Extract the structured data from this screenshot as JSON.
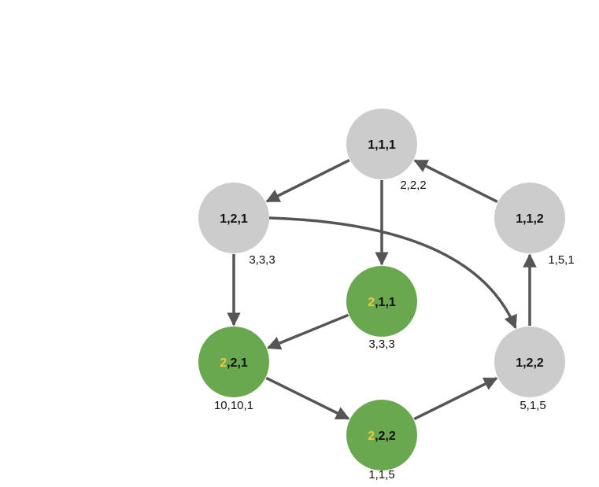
{
  "colors": {
    "inactive_node": "#cccccc",
    "active_node": "#6aa84f",
    "highlight_digit": "#f2c744",
    "edge": "#555555",
    "text": "#111111"
  },
  "nodes": [
    {
      "id": "n111",
      "label_rest": "1,1,1",
      "highlight": "",
      "value": "2,2,2",
      "active": false
    },
    {
      "id": "n121",
      "label_rest": "1,2,1",
      "highlight": "",
      "value": "3,3,3",
      "active": false
    },
    {
      "id": "n112",
      "label_rest": "1,1,2",
      "highlight": "",
      "value": "1,5,1",
      "active": false
    },
    {
      "id": "n211",
      "label_rest": ",1,1",
      "highlight": "2",
      "value": "3,3,3",
      "active": true
    },
    {
      "id": "n221",
      "label_rest": ",2,1",
      "highlight": "2",
      "value": "10,10,1",
      "active": true
    },
    {
      "id": "n122",
      "label_rest": "1,2,2",
      "highlight": "",
      "value": "5,1,5",
      "active": false
    },
    {
      "id": "n222",
      "label_rest": ",2,2",
      "highlight": "2",
      "value": "1,1,5",
      "active": true
    }
  ],
  "edges": [
    {
      "from": "n111",
      "to": "n121"
    },
    {
      "from": "n111",
      "to": "n211"
    },
    {
      "from": "n112",
      "to": "n111"
    },
    {
      "from": "n121",
      "to": "n221"
    },
    {
      "from": "n121",
      "to": "n122"
    },
    {
      "from": "n211",
      "to": "n221"
    },
    {
      "from": "n221",
      "to": "n222"
    },
    {
      "from": "n222",
      "to": "n122"
    },
    {
      "from": "n122",
      "to": "n112"
    }
  ]
}
